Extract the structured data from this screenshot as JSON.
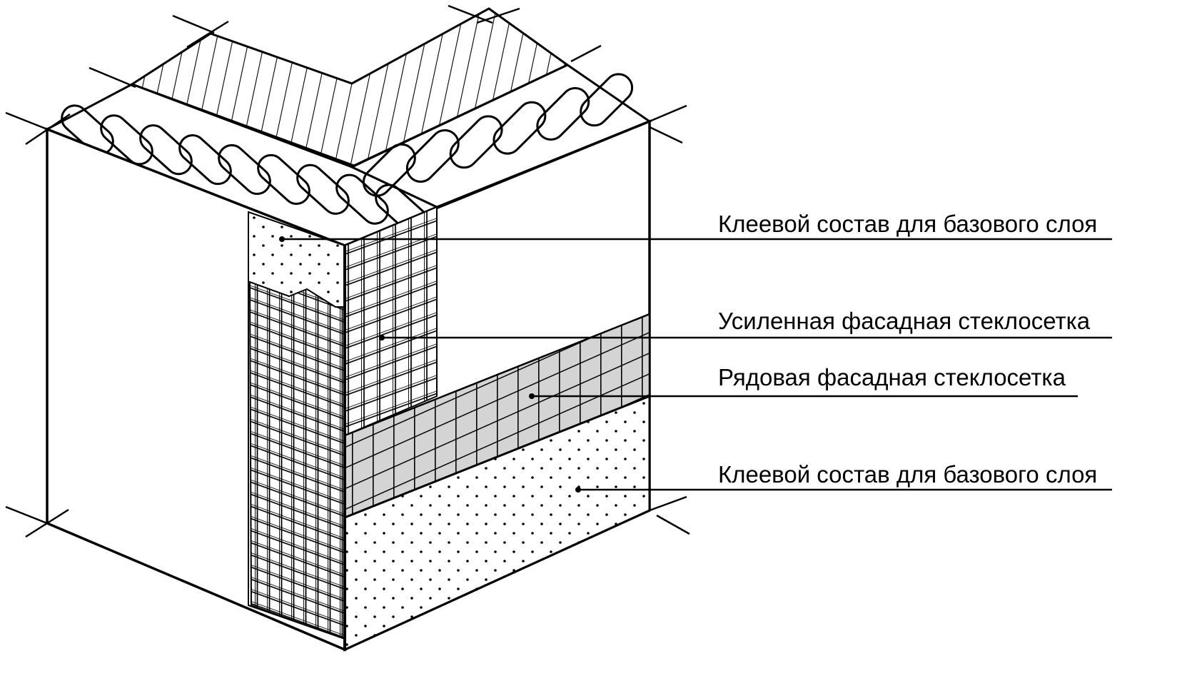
{
  "colors": {
    "ink": "#000000",
    "paper": "#ffffff",
    "mesh_fill": "#d4d4d4"
  },
  "labels": [
    {
      "text": "Клеевой состав для базового слоя"
    },
    {
      "text": "Усиленная фасадная стеклосетка"
    },
    {
      "text": "Рядовая фасадная стеклосетка"
    },
    {
      "text": "Клеевой состав для базового слоя"
    }
  ]
}
